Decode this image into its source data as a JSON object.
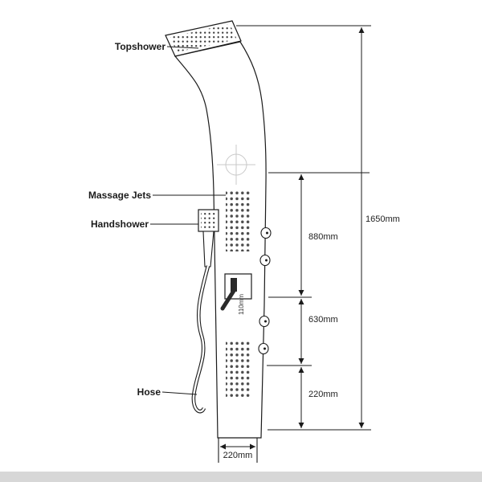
{
  "diagram": {
    "labels": {
      "topshower": "Topshower",
      "massage_jets": "Massage Jets",
      "handshower": "Handshower",
      "hose": "Hose"
    },
    "dimensions": {
      "overall_height": "1650mm",
      "upper_section": "880mm",
      "middle_section": "630mm",
      "lower_section": "220mm",
      "base_width": "220mm",
      "valve_width": "110mm"
    },
    "colors": {
      "line": "#1b1b1b",
      "faint_detail": "#c9c9c9",
      "background": "#ffffff",
      "bottom_edge": "#d7d7d7"
    }
  }
}
